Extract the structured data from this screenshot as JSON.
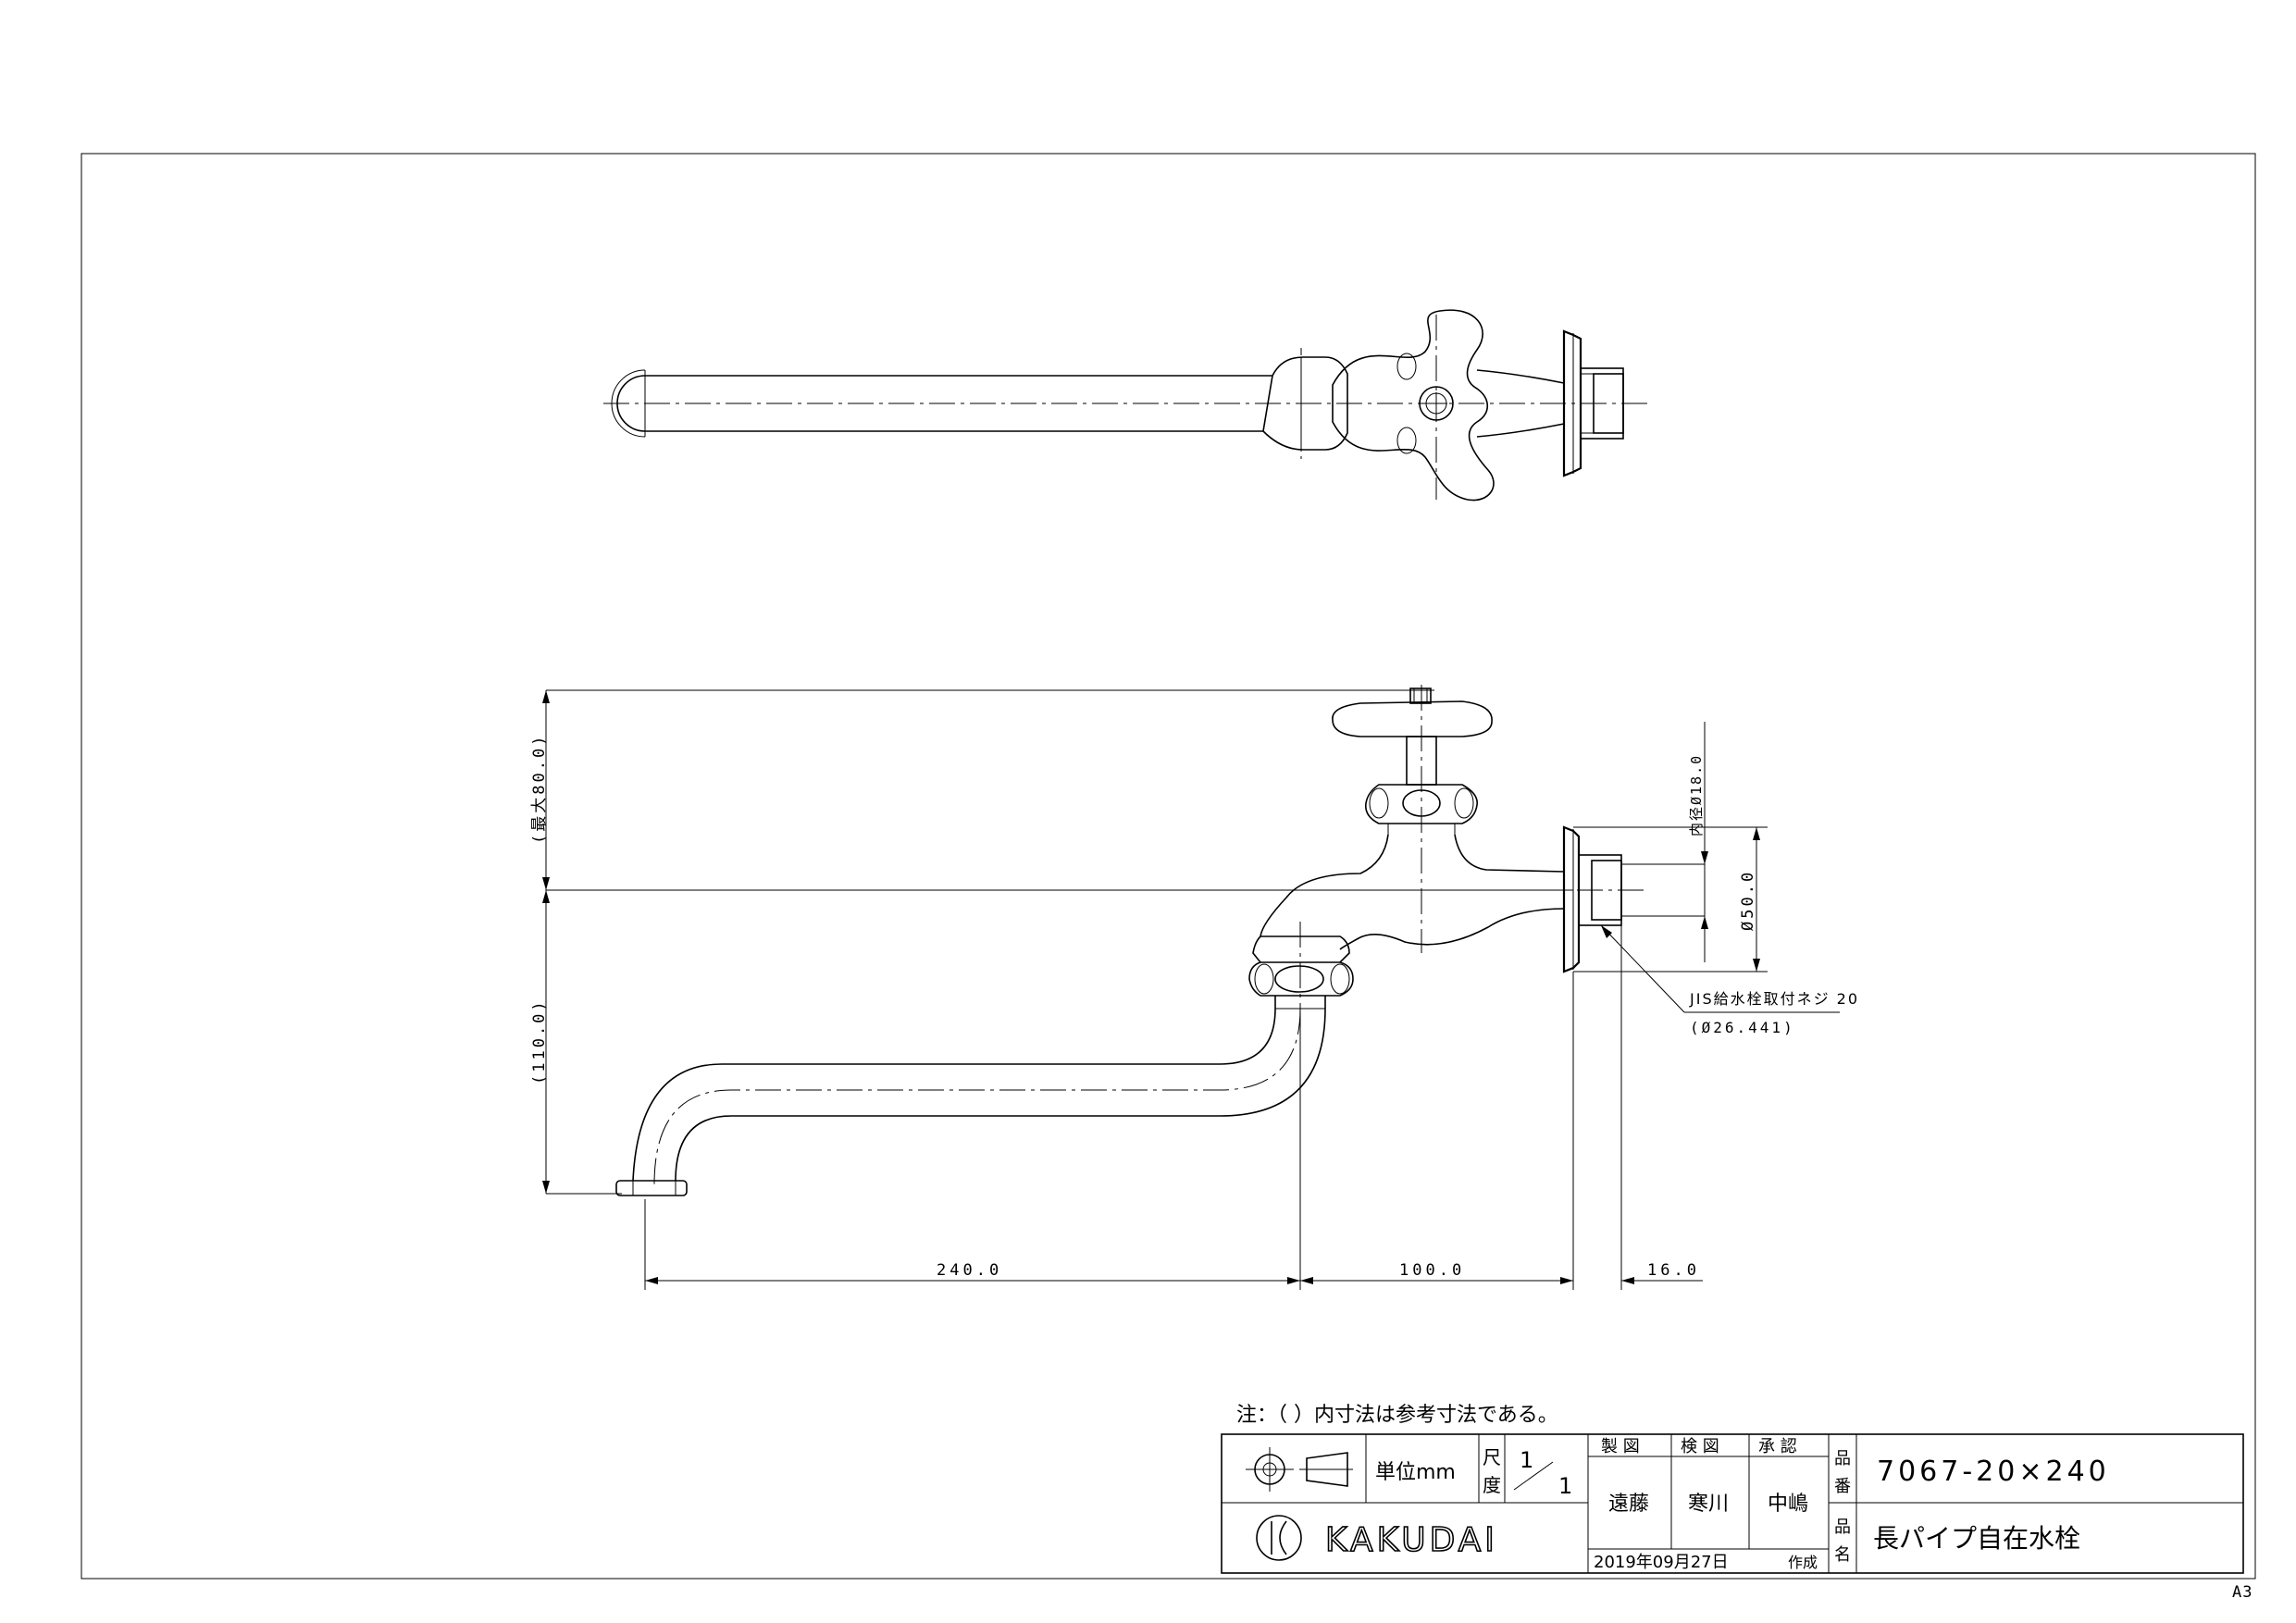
{
  "drawing": {
    "sheet_size": "A3",
    "dimensions": {
      "max_height": "(最大80.0)",
      "height_lower": "(110.0)",
      "inner_dia": "内径Ø18.0",
      "flange_dia": "Ø50.0",
      "thread_label": "JIS給水栓取付ネジ 20",
      "thread_dia": "(Ø26.441)",
      "spout_length": "240.0",
      "body_length": "100.0",
      "thread_length": "16.0"
    },
    "note": "注：（ ）内寸法は参考寸法である。"
  },
  "title_block": {
    "unit_label": "単位mm",
    "scale_label_1": "尺",
    "scale_label_2": "度",
    "scale_num": "1",
    "scale_den": "1",
    "made_by_label": "製 図",
    "checked_label": "検 図",
    "approved_label": "承 認",
    "made_by": "遠藤",
    "checked_by": "寒川",
    "approved_by": "中嶋",
    "date": "2019年09月27日",
    "created_label": "作成",
    "part_no_label_1": "品",
    "part_no_label_2": "番",
    "part_no": "7067-20×240",
    "part_name_label_1": "品",
    "part_name_label_2": "名",
    "part_name": "長パイプ自在水栓",
    "company": "KAKUDAI"
  }
}
